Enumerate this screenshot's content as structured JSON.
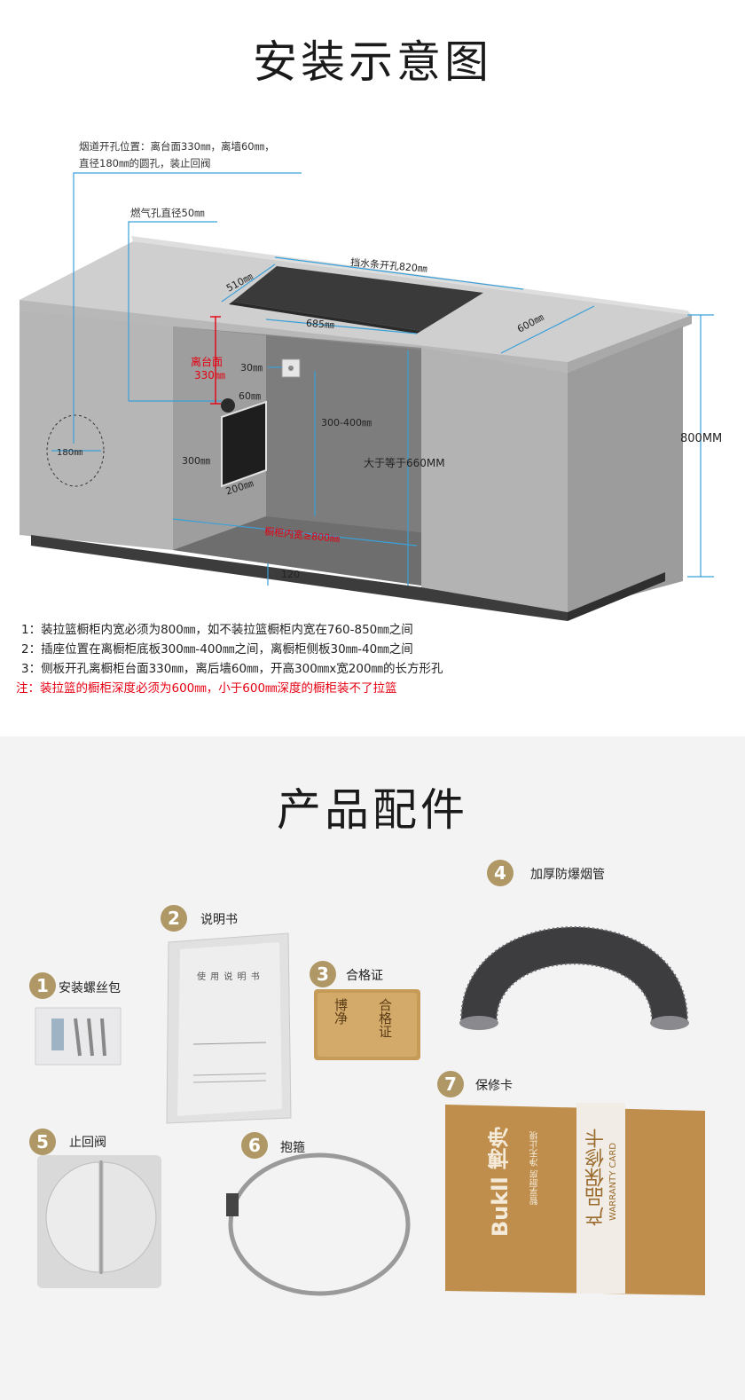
{
  "install": {
    "title": "安装示意图",
    "flue_note_line1": "烟道开孔位置：离台面330㎜，离墙60㎜，",
    "flue_note_line2": "直径180㎜的圆孔，装止回阀",
    "gas_note": "燃气孔直径50㎜",
    "dims": {
      "d510": "510㎜",
      "d820": "挡水条开孔820㎜",
      "d685": "685㎜",
      "d600": "600㎜",
      "d800mm": "800MM",
      "d330a": "离台面",
      "d330b": "330㎜",
      "d30": "30㎜",
      "d60": "60㎜",
      "d300400": "300-400㎜",
      "d660": "大于等于660MM",
      "d180": "180㎜",
      "d300": "300㎜",
      "d200": "200㎜",
      "d_inner": "橱柜内宽≥800㎜",
      "d120": "120"
    },
    "notes": [
      "1：装拉篮橱柜内宽必须为800㎜，如不装拉篮橱柜内宽在760-850㎜之间",
      "2：插座位置在离橱柜底板300㎜-400㎜之间，离橱柜侧板30㎜-40㎜之间",
      "3：侧板开孔离橱柜台面330㎜，离后墙60㎜，开高300㎜x宽200㎜的长方形孔"
    ],
    "warning": "注：装拉篮的橱柜深度必须为600㎜，小于600㎜深度的橱柜装不了拉篮"
  },
  "accessories": {
    "title": "产品配件",
    "items": [
      {
        "num": "1",
        "label": "安装螺丝包"
      },
      {
        "num": "2",
        "label": "说明书"
      },
      {
        "num": "3",
        "label": "合格证"
      },
      {
        "num": "4",
        "label": "加厚防爆烟管"
      },
      {
        "num": "5",
        "label": "止回阀"
      },
      {
        "num": "6",
        "label": "抱箍"
      },
      {
        "num": "7",
        "label": "保修卡"
      }
    ],
    "manual_cover": "使 用 说 明 书",
    "cert_brand": "博净",
    "cert_text": "合格证",
    "card_brand": "Bukll 博净",
    "card_slogan": "智享厨房  净无止境",
    "card_title": "产品保修卡",
    "card_sub": "WARRANTY CARD"
  },
  "colors": {
    "badge": "#b09866",
    "dim_line": "#3aa0d8",
    "warning": "#e60012",
    "cabinet": "#bdbdbd"
  }
}
